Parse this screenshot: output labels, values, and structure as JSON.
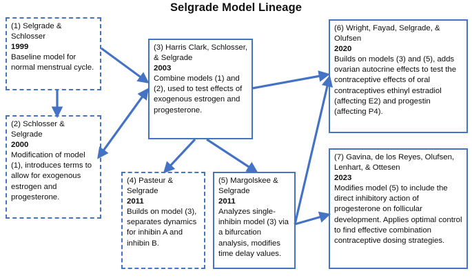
{
  "title": "Selgrade Model Lineage",
  "colors": {
    "border": "#4472C4",
    "arrow": "#4472C4",
    "text": "#0d0d0d",
    "background": "#ffffff"
  },
  "nodes": [
    {
      "id": "node-1",
      "authors": "(1) Selgrade & Schlosser",
      "year": "1999",
      "desc": "Baseline model for normal menstrual cycle.",
      "style": "dashed"
    },
    {
      "id": "node-2",
      "authors": "(2) Schlosser & Selgrade",
      "year": "2000",
      "desc": "Modification of model (1), introduces terms to allow for exogenous estrogen and progesterone.",
      "style": "dashed"
    },
    {
      "id": "node-3",
      "authors": "(3) Harris Clark, Schlosser, & Selgrade",
      "year": "2003",
      "desc": "Combine models (1) and (2), used to test effects of exogenous estrogen and progesterone.",
      "style": "solid"
    },
    {
      "id": "node-4",
      "authors": "(4) Pasteur & Selgrade",
      "year": "2011",
      "desc": "Builds on model (3), separates dynamics for inhibin A and inhibin B.",
      "style": "dashed"
    },
    {
      "id": "node-5",
      "authors": "(5) Margolskee & Selgrade",
      "year": "2011",
      "desc": "Analyzes single-inhibin model (3) via a bifurcation analysis, modifies time delay values.",
      "style": "solid"
    },
    {
      "id": "node-6",
      "authors": "(6) Wright, Fayad, Selgrade, & Olufsen",
      "year": "2020",
      "desc": "Builds on models (3) and (5), adds ovarian autocrine effects to test the contraceptive effects of oral contraceptives ethinyl estradiol (affecting E2) and progestin (affecting P4).",
      "style": "solid"
    },
    {
      "id": "node-7",
      "authors": "(7) Gavina, de los Reyes, Olufsen, Lenhart, & Ottesen",
      "year": "2023",
      "desc": "Modifies model (5) to include the direct inhibitory action of progesterone on follicular development. Applies optimal control to find effective combination contraceptive dosing strategies.",
      "style": "solid"
    }
  ],
  "edges": [
    {
      "id": "edge-1-to-2",
      "from": "node-1",
      "to": "node-2",
      "heads": "single"
    },
    {
      "id": "edge-1-to-3",
      "from": "node-1",
      "to": "node-3",
      "heads": "single"
    },
    {
      "id": "edge-2-to-3",
      "from": "node-2",
      "to": "node-3",
      "heads": "double"
    },
    {
      "id": "edge-3-to-4",
      "from": "node-3",
      "to": "node-4",
      "heads": "single"
    },
    {
      "id": "edge-3-to-5",
      "from": "node-3",
      "to": "node-5",
      "heads": "single"
    },
    {
      "id": "edge-3-to-6",
      "from": "node-3",
      "to": "node-6",
      "heads": "single"
    },
    {
      "id": "edge-5-to-6",
      "from": "node-5",
      "to": "node-6",
      "heads": "single"
    },
    {
      "id": "edge-5-to-7",
      "from": "node-5",
      "to": "node-7",
      "heads": "single"
    }
  ]
}
